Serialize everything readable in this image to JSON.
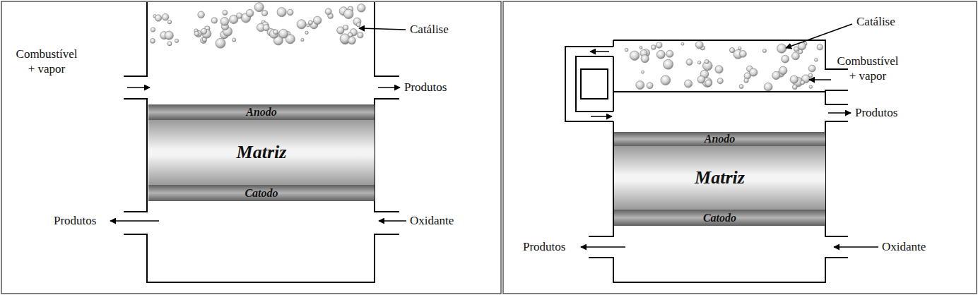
{
  "diagram": {
    "nodes": [
      {
        "text": [
          "Anodo"
        ]
      },
      {
        "text": [
          "Matriz"
        ]
      },
      {
        "text": [
          "Catodo"
        ]
      },
      {
        "text": [
          "Anodo"
        ]
      },
      {
        "text": [
          "Matriz"
        ]
      },
      {
        "text": [
          "Catodo"
        ]
      }
    ],
    "labels": [
      "Catálise",
      "Combustível + vapor",
      "Produtos",
      "Produtos",
      "Oxidante",
      "Catálise",
      "Combustível + vapor",
      "Produtos",
      "Produtos",
      "Oxidante"
    ]
  }
}
